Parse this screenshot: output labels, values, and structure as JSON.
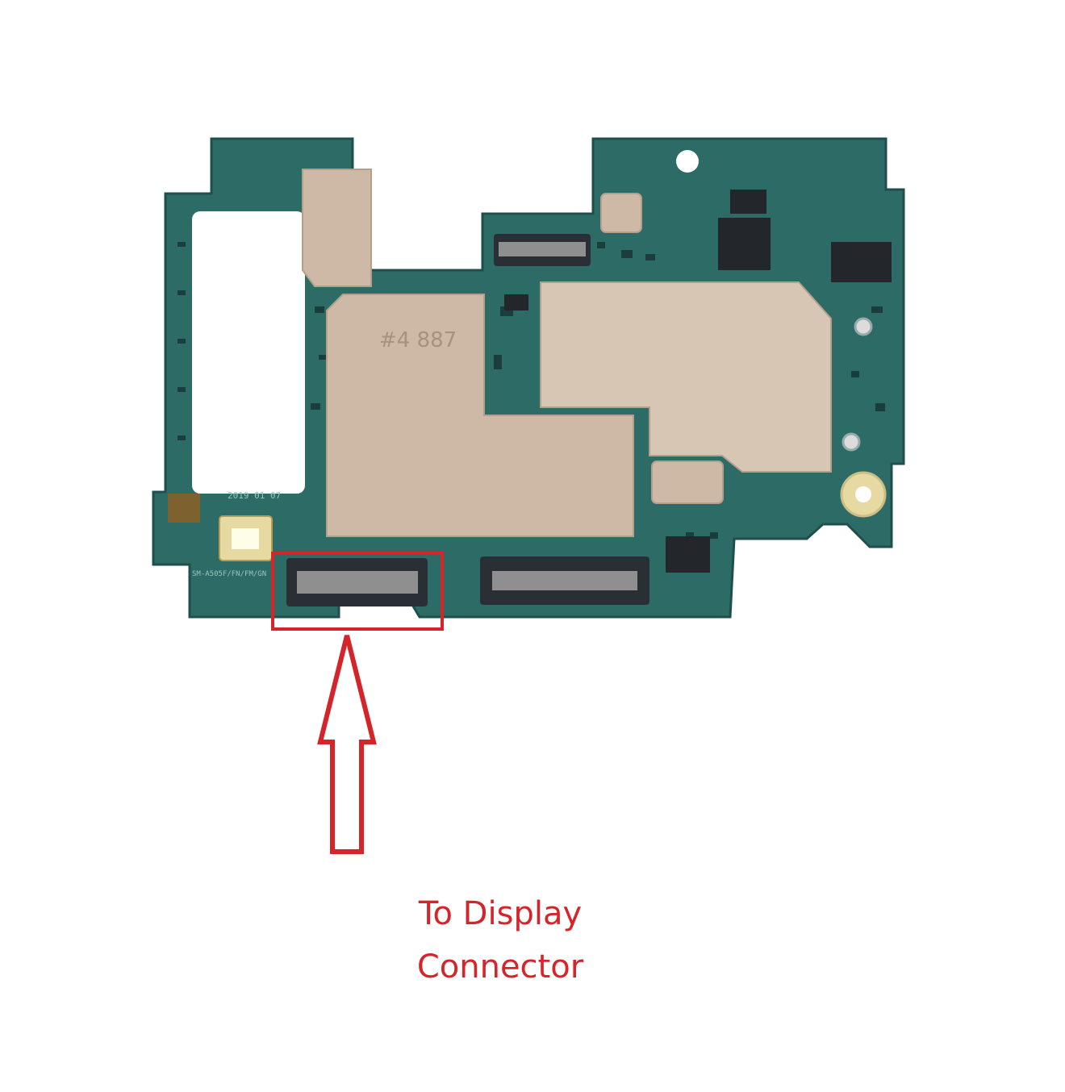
{
  "image": {
    "subject": "smartphone motherboard (PCB) with one connector highlighted by a red box and an upward arrow",
    "colors": {
      "background": "#ffffff",
      "pcb": "#2d6b66",
      "pcb_dark": "#1f4f4c",
      "shield": "#cdb9a5",
      "shield_light": "#d8c6b5",
      "connector": "#2a2f35",
      "annotation": "#d5252b"
    }
  },
  "board_markings": {
    "shield_text": "#4 887",
    "date_text": "2019 01 07",
    "model_text": "SM-A505F/FN/FM/GN"
  },
  "annotation": {
    "caption_line_1": "To Display",
    "caption_line_2": "Connector"
  }
}
